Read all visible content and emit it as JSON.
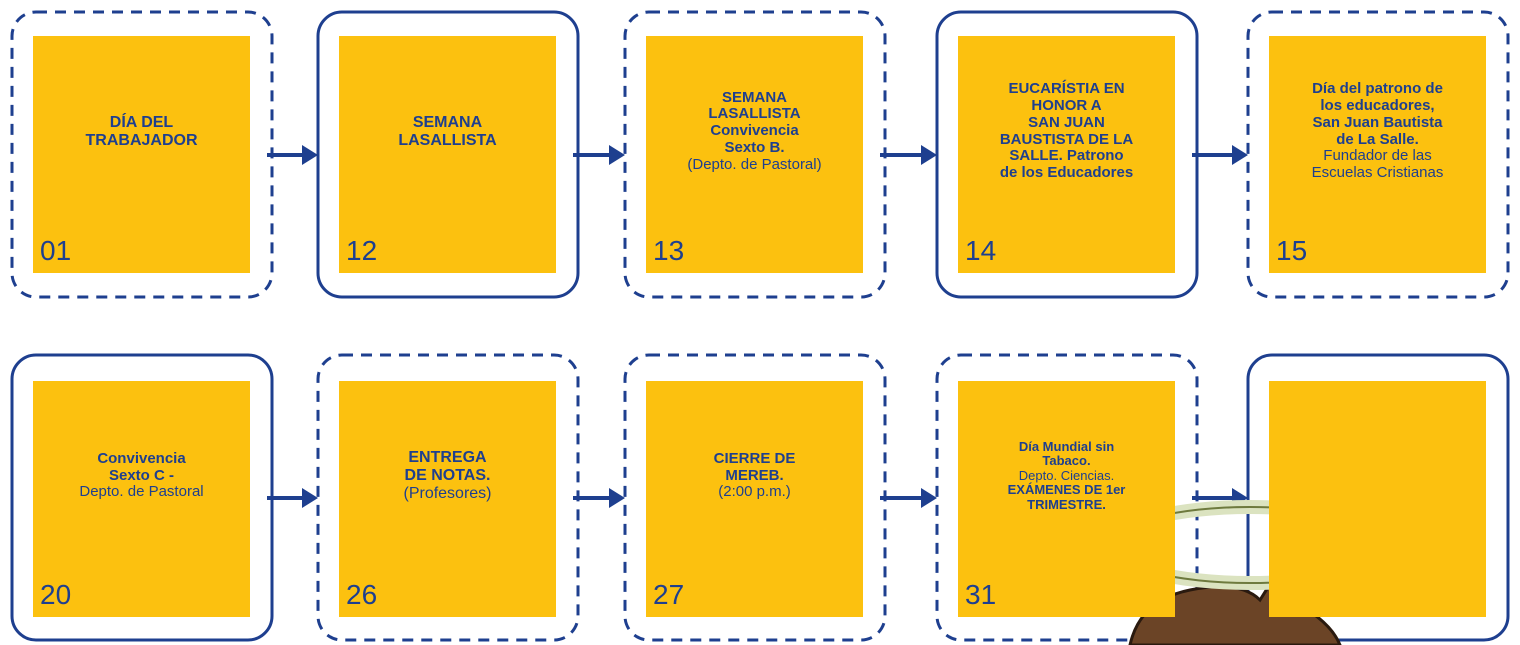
{
  "colors": {
    "card": "#fcc10f",
    "text": "#1e3f8f",
    "border": "#1e3f8f"
  },
  "rows": [
    {
      "cards": [
        {
          "day": "01",
          "border": "dashed",
          "lines": [
            {
              "text": "DÍA DEL",
              "weight": "bold"
            },
            {
              "text": "TRABAJADOR",
              "weight": "bold"
            }
          ]
        },
        {
          "day": "12",
          "border": "solid",
          "lines": [
            {
              "text": "SEMANA",
              "weight": "bold"
            },
            {
              "text": "LASALLISTA",
              "weight": "bold"
            }
          ]
        },
        {
          "day": "13",
          "border": "dashed",
          "lines": [
            {
              "text": "SEMANA",
              "weight": "bold"
            },
            {
              "text": "LASALLISTA",
              "weight": "bold"
            },
            {
              "text": "Convivencia",
              "weight": "bold"
            },
            {
              "text": "Sexto B.",
              "weight": "bold"
            },
            {
              "text": "(Depto. de Pastoral)",
              "weight": "normal"
            }
          ]
        },
        {
          "day": "14",
          "border": "solid",
          "lines": [
            {
              "text": "EUCARÍSTIA EN",
              "weight": "bold"
            },
            {
              "text": "HONOR A",
              "weight": "bold"
            },
            {
              "text": "SAN JUAN",
              "weight": "bold"
            },
            {
              "text": "BAUSTISTA DE LA",
              "weight": "bold"
            },
            {
              "text": "SALLE. Patrono",
              "weight": "bold"
            },
            {
              "text": "de los Educadores",
              "weight": "bold"
            }
          ]
        },
        {
          "day": "15",
          "border": "dashed",
          "lines": [
            {
              "text": "Día del patrono de",
              "weight": "bold"
            },
            {
              "text": "los educadores,",
              "weight": "bold"
            },
            {
              "text": "San Juan Bautista",
              "weight": "bold"
            },
            {
              "text": "de La Salle.",
              "weight": "bold"
            },
            {
              "text": "Fundador de las",
              "weight": "normal"
            },
            {
              "text": "Escuelas Cristianas",
              "weight": "normal"
            }
          ]
        }
      ]
    },
    {
      "cards": [
        {
          "day": "20",
          "border": "solid",
          "lines": [
            {
              "text": "Convivencia",
              "weight": "bold"
            },
            {
              "text": "Sexto C -",
              "weight": "bold"
            },
            {
              "text": "Depto. de Pastoral",
              "weight": "normal"
            }
          ]
        },
        {
          "day": "26",
          "border": "dashed",
          "lines": [
            {
              "text": "ENTREGA",
              "weight": "bold"
            },
            {
              "text": "DE NOTAS.",
              "weight": "bold"
            },
            {
              "text": "(Profesores)",
              "weight": "normal"
            }
          ]
        },
        {
          "day": "27",
          "border": "dashed",
          "lines": [
            {
              "text": "CIERRE DE",
              "weight": "bold"
            },
            {
              "text": "MEREB.",
              "weight": "bold"
            },
            {
              "text": "(2:00 p.m.)",
              "weight": "normal"
            }
          ]
        },
        {
          "day": "31",
          "border": "dashed",
          "lines": [
            {
              "text": "Día Mundial sin",
              "weight": "bold"
            },
            {
              "text": "Tabaco.",
              "weight": "bold"
            },
            {
              "text": "Depto. Ciencias.",
              "weight": "normal"
            },
            {
              "text": "EXÁMENES DE  1er",
              "weight": "bold"
            },
            {
              "text": "TRIMESTRE.",
              "weight": "bold"
            }
          ]
        },
        {
          "day": "",
          "border": "solid",
          "lines": []
        }
      ]
    }
  ]
}
